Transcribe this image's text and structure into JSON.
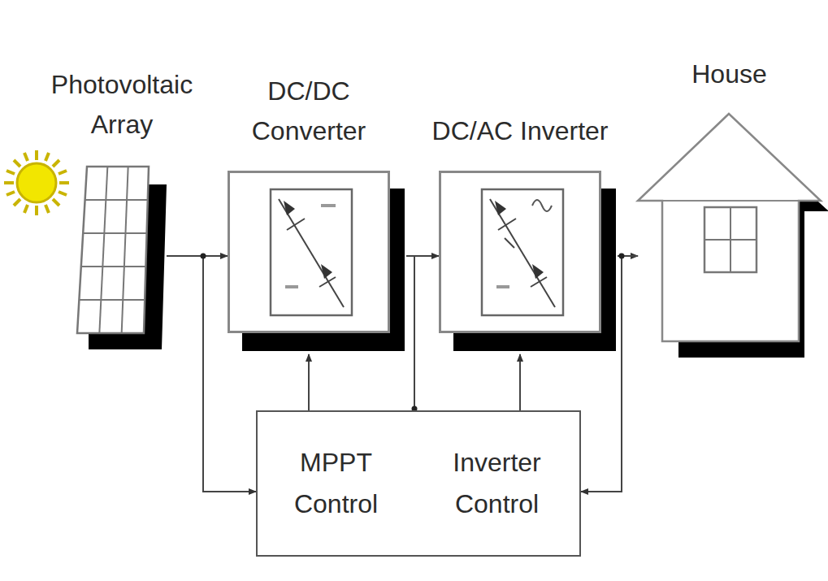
{
  "diagram": {
    "nodes": [
      {
        "text": [
          "Photovoltaic Array"
        ]
      },
      {
        "text": [
          "DC/DC Converter"
        ]
      },
      {
        "text": [
          "DC/AC Inverter"
        ]
      },
      {
        "text": [
          "House"
        ]
      },
      {
        "text": [
          "MPPT Control"
        ]
      },
      {
        "text": [
          "Inverter Control"
        ]
      }
    ],
    "edges": [
      {
        "from": 0,
        "to": 1,
        "arrow": "to"
      },
      {
        "from": 1,
        "to": 2,
        "arrow": "to"
      },
      {
        "from": 2,
        "to": 3,
        "arrow": "to"
      },
      {
        "from": 0,
        "to": 4,
        "arrow": "to"
      },
      {
        "from": 1,
        "to": 5,
        "arrow": "none"
      },
      {
        "from": 4,
        "to": 1,
        "arrow": "to"
      },
      {
        "from": 5,
        "to": 2,
        "arrow": "to"
      },
      {
        "from": 3,
        "to": 5,
        "arrow": "to"
      }
    ]
  }
}
